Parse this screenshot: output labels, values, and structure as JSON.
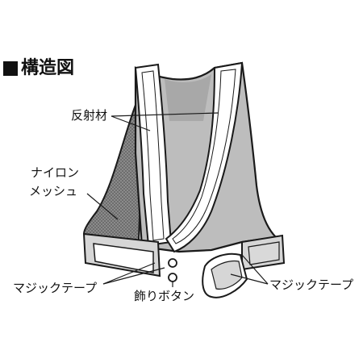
{
  "title": "構造図",
  "labels": {
    "reflective": "反射材",
    "nylon_line1": "ナイロン",
    "nylon_line2": "メッシュ",
    "magic_tape_left": "マジックテープ",
    "decorative_button": "飾りボタン",
    "magic_tape_right": "マジックテープ"
  },
  "colors": {
    "mesh_gray": "#9a9a9a",
    "inner_gray": "#c9c9c9",
    "tape_gray": "#d6d6d6",
    "outline": "#1a1a1a",
    "reflective": "#ffffff"
  }
}
